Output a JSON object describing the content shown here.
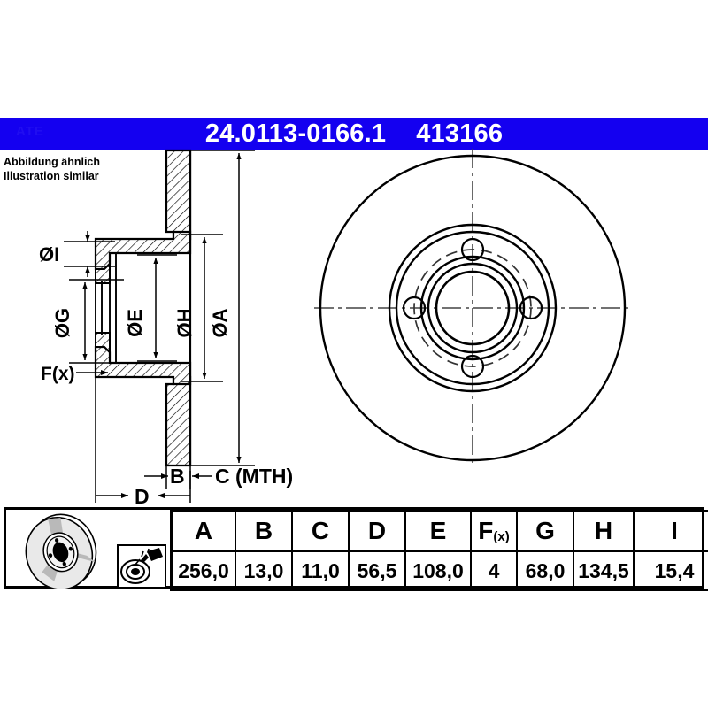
{
  "banner": {
    "part_number": "24.0113-0166.1",
    "article_number": "413166",
    "watermark": "ATE",
    "background_color": "#1400f0",
    "text_color": "#ffffff"
  },
  "caption": {
    "line_de": "Abbildung ähnlich",
    "line_en": "Illustration similar"
  },
  "drawing": {
    "section_view_labels": {
      "diameter_i": "ØI",
      "diameter_g": "ØG",
      "diameter_e": "ØE",
      "diameter_h": "ØH",
      "diameter_a": "ØA",
      "holes_fx": "F(x)",
      "thickness_b": "B",
      "thickness_c": "C (MTH)",
      "depth_d": "D"
    },
    "front_view": {
      "bolt_hole_count": 4,
      "centerline_style": "dash-dot",
      "bolt_circle_style": "dashed"
    }
  },
  "table": {
    "icons": {
      "disc_photo": "brake-disc-photo",
      "coating": "coating-spray-icon"
    },
    "headers": [
      "A",
      "B",
      "C",
      "D",
      "E",
      "F(x)",
      "G",
      "H",
      "I"
    ],
    "values": [
      "256,0",
      "13,0",
      "11,0",
      "56,5",
      "108,0",
      "4",
      "68,0",
      "134,5",
      "15,4"
    ]
  }
}
